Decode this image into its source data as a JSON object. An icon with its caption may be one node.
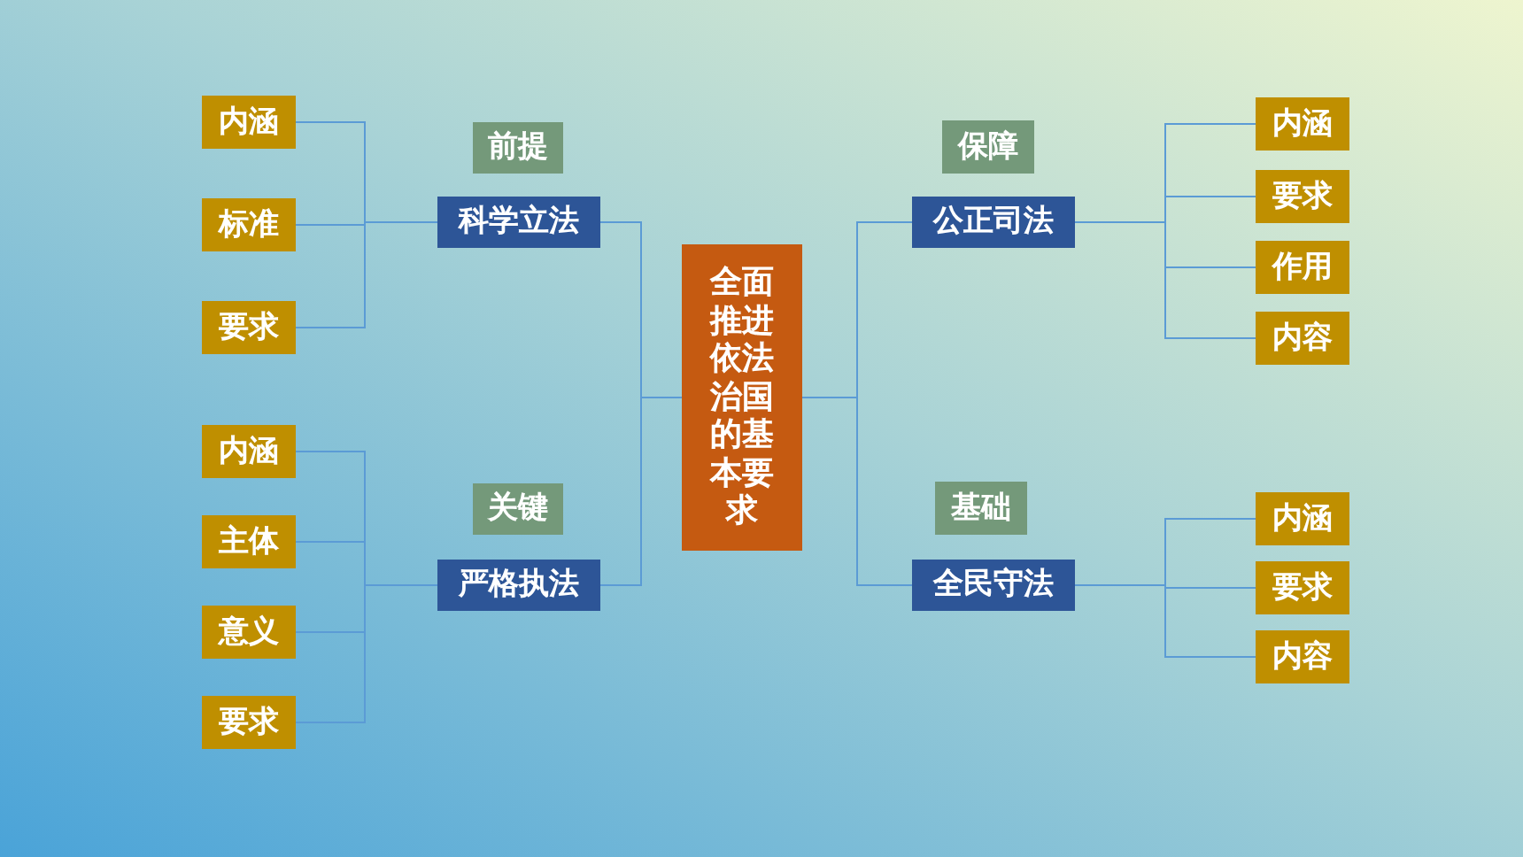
{
  "diagram": {
    "nodes": [
      {
        "text": [
          "全面推进依法治国的基本要求"
        ]
      },
      {
        "text": [
          "前提"
        ]
      },
      {
        "text": [
          "科学立法"
        ]
      },
      {
        "text": [
          "关键"
        ]
      },
      {
        "text": [
          "严格执法"
        ]
      },
      {
        "text": [
          "保障"
        ]
      },
      {
        "text": [
          "公正司法"
        ]
      },
      {
        "text": [
          "基础"
        ]
      },
      {
        "text": [
          "全民守法"
        ]
      },
      {
        "text": [
          "内涵"
        ]
      },
      {
        "text": [
          "标准"
        ]
      },
      {
        "text": [
          "要求"
        ]
      },
      {
        "text": [
          "内涵"
        ]
      },
      {
        "text": [
          "主体"
        ]
      },
      {
        "text": [
          "意义"
        ]
      },
      {
        "text": [
          "要求"
        ]
      },
      {
        "text": [
          "内涵"
        ]
      },
      {
        "text": [
          "要求"
        ]
      },
      {
        "text": [
          "作用"
        ]
      },
      {
        "text": [
          "内容"
        ]
      },
      {
        "text": [
          "内涵"
        ]
      },
      {
        "text": [
          "要求"
        ]
      },
      {
        "text": [
          "内容"
        ]
      }
    ],
    "edges": [
      {
        "from": 0,
        "to": 2,
        "arrow": "none"
      },
      {
        "from": 0,
        "to": 4,
        "arrow": "none"
      },
      {
        "from": 0,
        "to": 6,
        "arrow": "none"
      },
      {
        "from": 0,
        "to": 8,
        "arrow": "none"
      },
      {
        "from": 2,
        "to": 9,
        "arrow": "none"
      },
      {
        "from": 2,
        "to": 10,
        "arrow": "none"
      },
      {
        "from": 2,
        "to": 11,
        "arrow": "none"
      },
      {
        "from": 4,
        "to": 12,
        "arrow": "none"
      },
      {
        "from": 4,
        "to": 13,
        "arrow": "none"
      },
      {
        "from": 4,
        "to": 14,
        "arrow": "none"
      },
      {
        "from": 4,
        "to": 15,
        "arrow": "none"
      },
      {
        "from": 6,
        "to": 16,
        "arrow": "none"
      },
      {
        "from": 6,
        "to": 17,
        "arrow": "none"
      },
      {
        "from": 6,
        "to": 18,
        "arrow": "none"
      },
      {
        "from": 6,
        "to": 19,
        "arrow": "none"
      },
      {
        "from": 8,
        "to": 20,
        "arrow": "none"
      },
      {
        "from": 8,
        "to": 21,
        "arrow": "none"
      },
      {
        "from": 8,
        "to": 22,
        "arrow": "none"
      }
    ]
  }
}
